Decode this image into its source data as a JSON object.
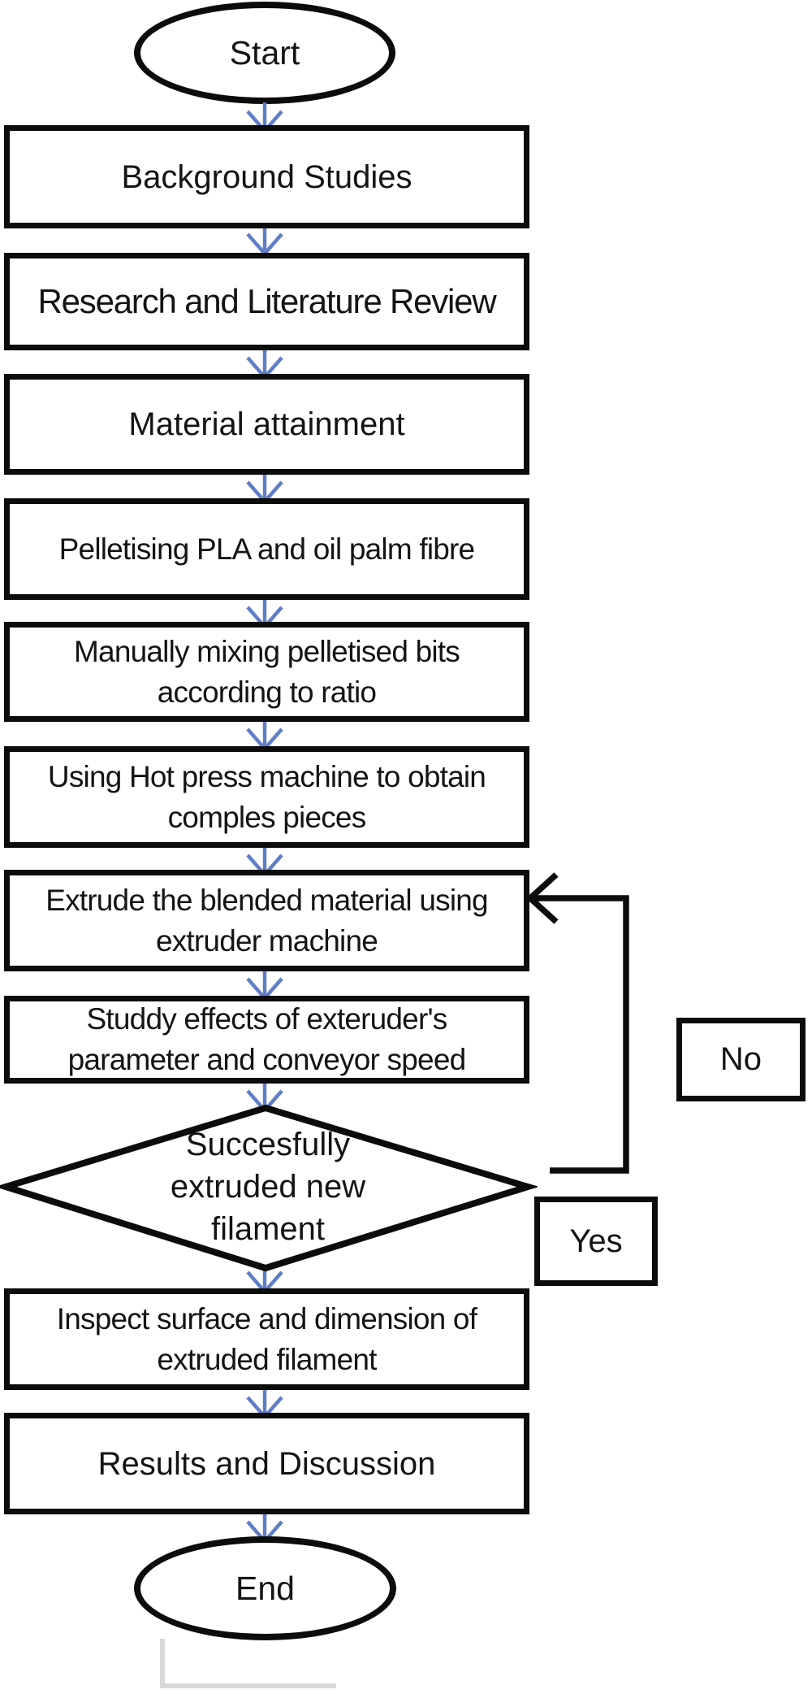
{
  "palette": {
    "stroke": "#0c0c0c",
    "arrow": "#5f7ec6",
    "grayline": "#d9d9d9",
    "text": "#141414",
    "bg": "#ffffff"
  },
  "diagram": {
    "type": "flowchart",
    "nodes": [
      {
        "id": "start",
        "type": "terminator",
        "label": "Start"
      },
      {
        "id": "background-studies",
        "type": "process",
        "lines": [
          "Background Studies"
        ]
      },
      {
        "id": "research-literature-review",
        "type": "process",
        "lines": [
          "Research and Literature Review"
        ]
      },
      {
        "id": "material-attainment",
        "type": "process",
        "lines": [
          "Material attainment"
        ]
      },
      {
        "id": "pelletising-pla-oil-palm-fibre",
        "type": "process",
        "lines": [
          "Pelletising PLA and oil palm fibre"
        ]
      },
      {
        "id": "manual-mixing-pelletised-bits",
        "type": "process",
        "lines": [
          "Manually mixing pelletised bits",
          "according to ratio"
        ]
      },
      {
        "id": "hot-press-comples-pieces",
        "type": "process",
        "lines": [
          "Using Hot press machine to obtain",
          "comples pieces"
        ]
      },
      {
        "id": "extrude-blended-material",
        "type": "process",
        "lines": [
          "Extrude the blended material using",
          "extruder machine"
        ]
      },
      {
        "id": "study-extruder-parameters",
        "type": "process",
        "lines": [
          "Studdy effects of exteruder's",
          "parameter and conveyor speed"
        ]
      },
      {
        "id": "decision-successful-extrusion",
        "type": "decision",
        "lines": [
          "Succesfully",
          "extruded new",
          "filament"
        ]
      },
      {
        "id": "inspect-surface-dimension",
        "type": "process",
        "lines": [
          "Inspect surface and dimension of",
          "extruded filament"
        ]
      },
      {
        "id": "results-discussion",
        "type": "process",
        "lines": [
          "Results and Discussion"
        ]
      },
      {
        "id": "end",
        "type": "terminator",
        "label": "End"
      }
    ],
    "edge_labels": {
      "no": "No",
      "yes": "Yes"
    },
    "edges": [
      {
        "from": "start",
        "to": "background-studies"
      },
      {
        "from": "background-studies",
        "to": "research-literature-review"
      },
      {
        "from": "research-literature-review",
        "to": "material-attainment"
      },
      {
        "from": "material-attainment",
        "to": "pelletising-pla-oil-palm-fibre"
      },
      {
        "from": "pelletising-pla-oil-palm-fibre",
        "to": "manual-mixing-pelletised-bits"
      },
      {
        "from": "manual-mixing-pelletised-bits",
        "to": "hot-press-comples-pieces"
      },
      {
        "from": "hot-press-comples-pieces",
        "to": "extrude-blended-material"
      },
      {
        "from": "extrude-blended-material",
        "to": "study-extruder-parameters"
      },
      {
        "from": "study-extruder-parameters",
        "to": "decision-successful-extrusion"
      },
      {
        "from": "decision-successful-extrusion",
        "to": "extrude-blended-material",
        "label": "No"
      },
      {
        "from": "decision-successful-extrusion",
        "to": "inspect-surface-dimension",
        "label": "Yes"
      },
      {
        "from": "inspect-surface-dimension",
        "to": "results-discussion"
      },
      {
        "from": "results-discussion",
        "to": "end"
      }
    ]
  }
}
